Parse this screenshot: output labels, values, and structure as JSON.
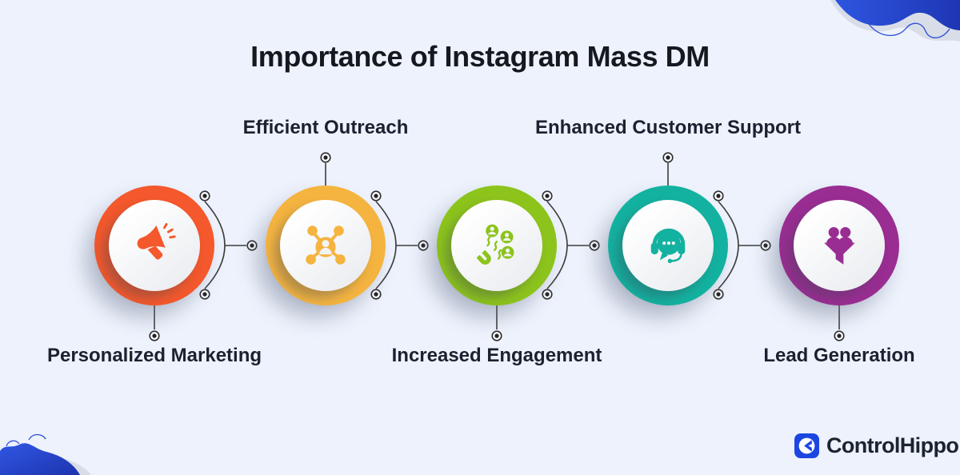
{
  "title": "Importance of Instagram Mass DM",
  "background_color": "#edf2fc",
  "line_color": "#3d3d3d",
  "label_color": "#1b2130",
  "decor": {
    "blob_blue": "#2b4cd7",
    "blob_shadow_gray": "#d9dde8"
  },
  "items": [
    {
      "label": "Personalized Marketing",
      "label_position": "bottom",
      "color": "#f4582c",
      "icon": "megaphone-icon"
    },
    {
      "label": "Efficient Outreach",
      "label_position": "top",
      "color": "#f5b440",
      "icon": "network-icon"
    },
    {
      "label": "Increased Engagement",
      "label_position": "bottom",
      "color": "#8cc41c",
      "icon": "magnet-audience-icon"
    },
    {
      "label": "Enhanced Customer Support",
      "label_position": "top",
      "color": "#13b2a0",
      "icon": "headset-chat-icon"
    },
    {
      "label": "Lead Generation",
      "label_position": "bottom",
      "color": "#992d92",
      "icon": "people-funnel-icon"
    }
  ],
  "footer": {
    "brand_name": "ControlHippo",
    "brand_color": "#1c46e2"
  }
}
